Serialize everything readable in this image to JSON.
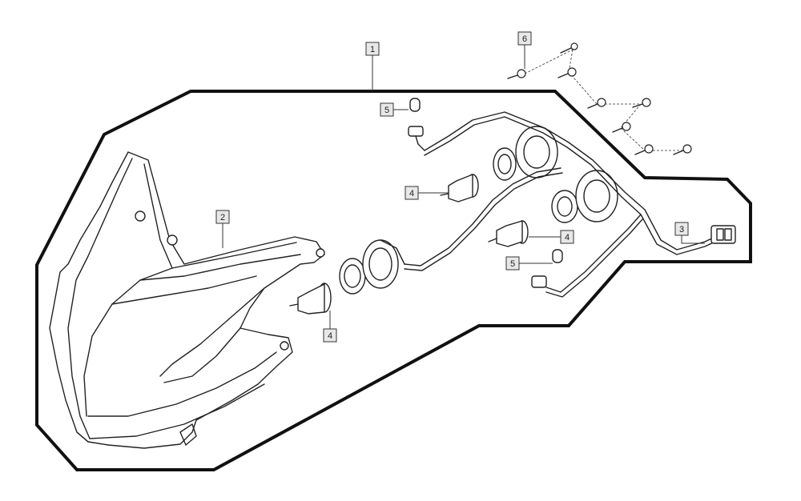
{
  "diagram": {
    "callouts": [
      {
        "id": "callout-1",
        "label": "1"
      },
      {
        "id": "callout-2",
        "label": "2"
      },
      {
        "id": "callout-3",
        "label": "3"
      },
      {
        "id": "callout-4a",
        "label": "4"
      },
      {
        "id": "callout-4b",
        "label": "4"
      },
      {
        "id": "callout-4c",
        "label": "4"
      },
      {
        "id": "callout-5a",
        "label": "5"
      },
      {
        "id": "callout-5b",
        "label": "5"
      },
      {
        "id": "callout-6",
        "label": "6"
      }
    ]
  }
}
